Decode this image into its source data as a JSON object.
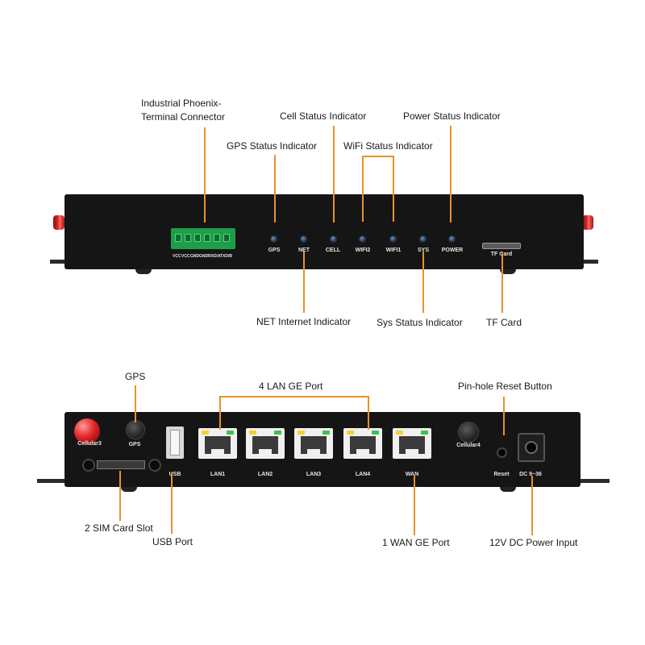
{
  "front_panel": {
    "terminal_pins": [
      "VCC",
      "VCC",
      "GND",
      "GND",
      "RXD/A",
      "TXD/B"
    ],
    "led_labels": [
      "GPS",
      "NET",
      "CELL",
      "WIFI2",
      "WIFI1",
      "SYS",
      "POWER"
    ],
    "tf_label": "TF Card",
    "callouts": {
      "terminal": "Industrial Phoenix-\nTerminal Connector",
      "cell": "Cell Status Indicator",
      "power": "Power Status Indicator",
      "gps": "GPS Status Indicator",
      "wifi": "WiFi Status Indicator",
      "net": "NET Internet Indicator",
      "sys": "Sys Status Indicator",
      "tf": "TF Card"
    }
  },
  "rear_panel": {
    "antenna_labels": {
      "cellular3": "Cellular3",
      "gps": "GPS",
      "cellular4": "Cellular4"
    },
    "port_labels": [
      "LAN1",
      "LAN2",
      "LAN3",
      "LAN4",
      "WAN"
    ],
    "usb_label": "USB",
    "reset_label": "Reset",
    "dc_label": "DC 9~36",
    "callouts": {
      "gps": "GPS",
      "lan": "4 LAN GE Port",
      "reset": "Pin-hole Reset Button",
      "sim": "2 SIM Card Slot",
      "usb": "USB Port",
      "wan": "1 WAN GE Port",
      "dc": "12V DC Power Input"
    }
  },
  "colors": {
    "leader": "#e8912a",
    "chassis": "#151515",
    "terminal": "#1d9f4a",
    "led": "#2a4a70",
    "antenna": "#e1262a"
  }
}
